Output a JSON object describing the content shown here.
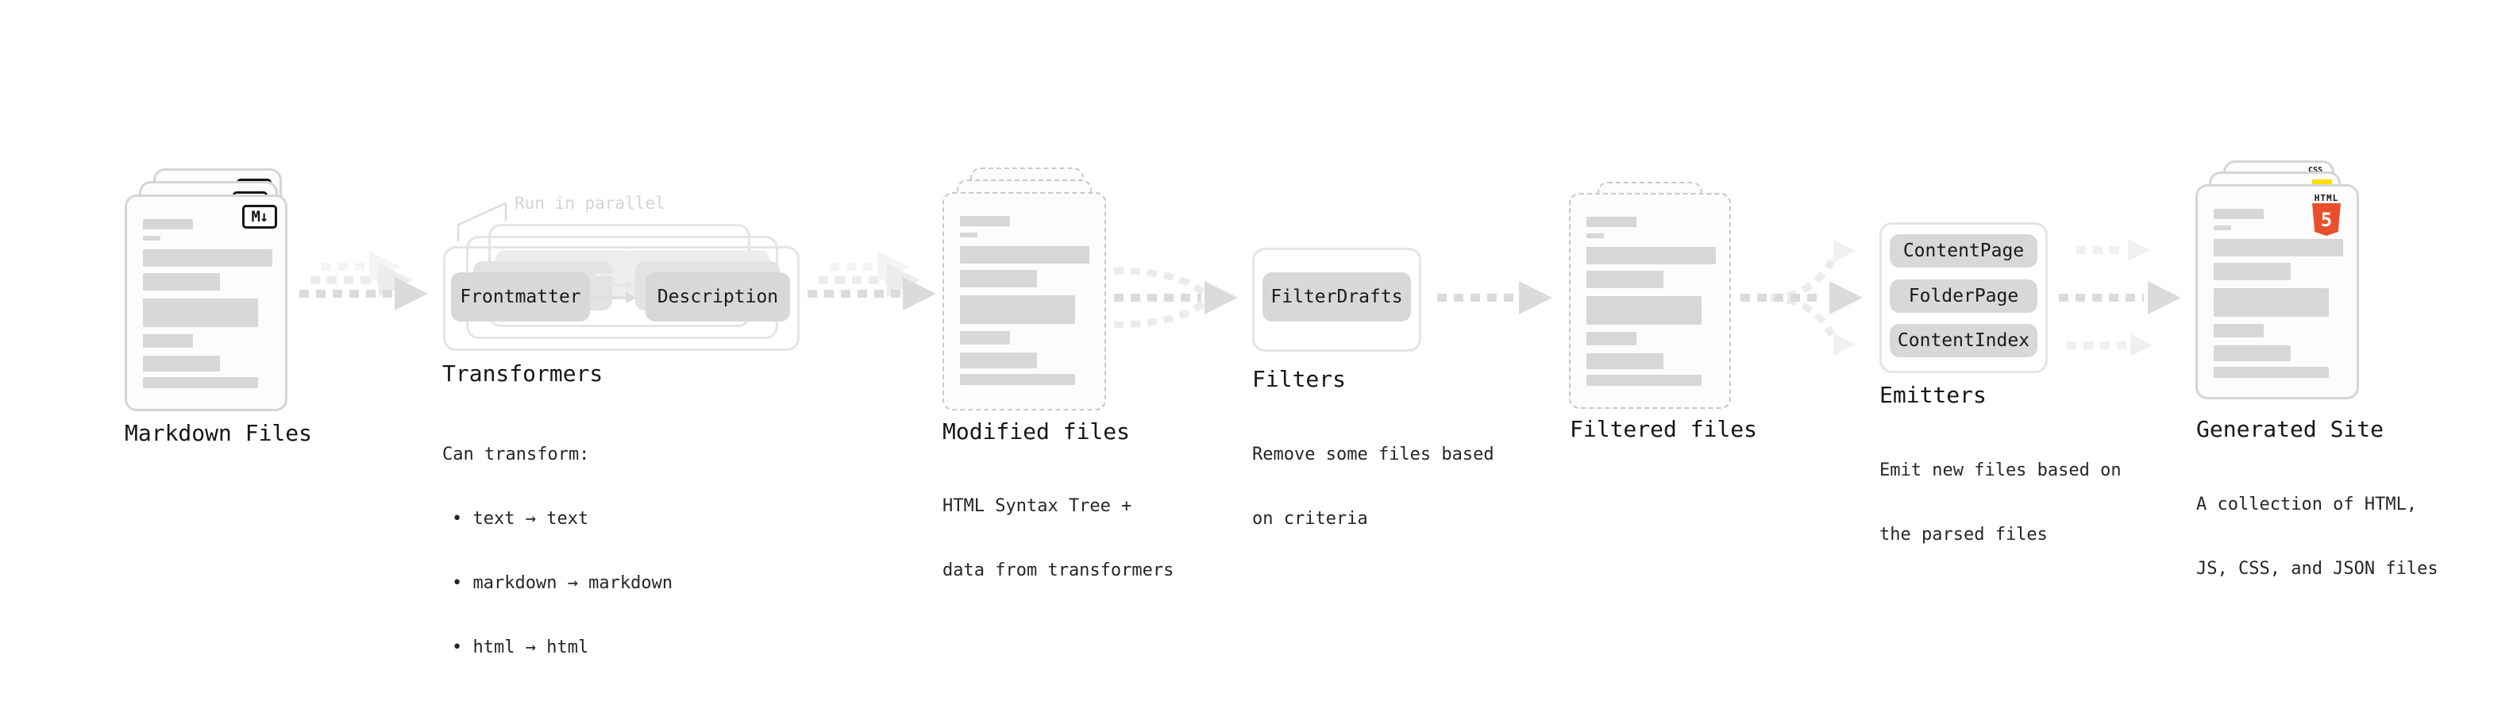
{
  "colors": {
    "bar_gray": "#d7d7d7",
    "chip_gray": "#d8d8d8",
    "card_border": "#d5d5d5",
    "dashed_border": "#c9c9c9",
    "outline_border": "#e5e5e5",
    "arrow_main": "#dbdbdb",
    "arrow_faint": "#ececec",
    "arrow_faintest": "#f4f4f4",
    "annotation_gray": "#d4d4d4",
    "html5_orange": "#e8502b",
    "js_yellow": "#ffdf00",
    "css_blue": "#2563eb"
  },
  "nodes": {
    "markdown_files": {
      "label": "Markdown Files",
      "badge": "M↓"
    },
    "transformers": {
      "label": "Transformers",
      "annotation": "Run in parallel",
      "chips": [
        "Frontmatter",
        "Description"
      ],
      "description_lines": [
        "Can transform:",
        "• text → text",
        "• markdown → markdown",
        "• html → html"
      ]
    },
    "modified_files": {
      "label": "Modified files",
      "description_lines": [
        "HTML Syntax Tree +",
        "data from transformers"
      ]
    },
    "filters": {
      "label": "Filters",
      "chips": [
        "FilterDrafts"
      ],
      "description_lines": [
        "Remove some files based",
        "on criteria"
      ]
    },
    "filtered_files": {
      "label": "Filtered files"
    },
    "emitters": {
      "label": "Emitters",
      "chips": [
        "ContentPage",
        "FolderPage",
        "ContentIndex"
      ],
      "description_lines": [
        "Emit new files based on",
        "the parsed files"
      ]
    },
    "generated_site": {
      "label": "Generated Site",
      "description_lines": [
        "A collection of HTML,",
        "JS, CSS, and JSON files"
      ],
      "badges": {
        "html_wordmark": "HTML",
        "html_number": "5",
        "css_wordmark": "CSS"
      }
    }
  }
}
